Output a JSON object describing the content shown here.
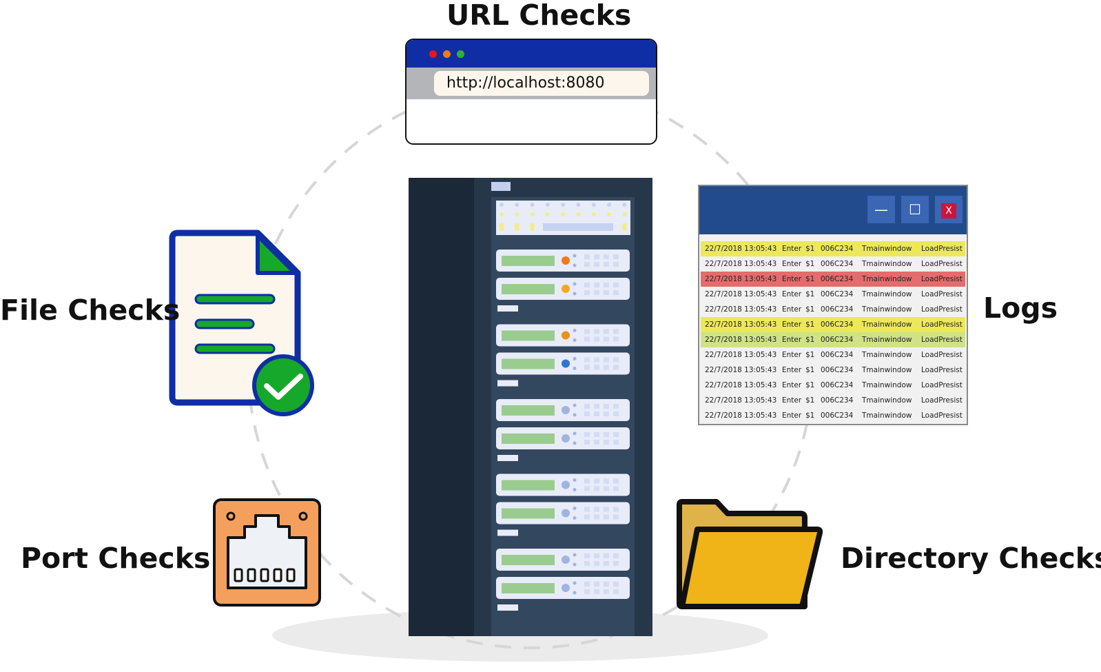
{
  "labels": {
    "url": "URL Checks",
    "file": "File Checks",
    "logs": "Logs",
    "port": "Port Checks",
    "directory": "Directory Checks"
  },
  "browser": {
    "address": "http://localhost:8080",
    "dot_colors": [
      "#e8161b",
      "#f07a1a",
      "#33b034"
    ]
  },
  "logs_window": {
    "minimize": "—",
    "maximize": "☐",
    "close": "X",
    "rows": [
      {
        "date": "22/7/2018 13:05:43",
        "action": "Enter",
        "reg": "$1",
        "code": "006C234",
        "window": "Tmainwindow",
        "event": "LoadPresist",
        "color": "#ece85a"
      },
      {
        "date": "22/7/2018 13:05:43",
        "action": "Enter",
        "reg": "$1",
        "code": "006C234",
        "window": "Tmainwindow",
        "event": "LoadPresist",
        "color": "#f1f1f1"
      },
      {
        "date": "22/7/2018 13:05:43",
        "action": "Enter",
        "reg": "$1",
        "code": "006C234",
        "window": "Tmainwindow",
        "event": "LoadPresist",
        "color": "#e46c6c"
      },
      {
        "date": "22/7/2018 13:05:43",
        "action": "Enter",
        "reg": "$1",
        "code": "006C234",
        "window": "Tmainwindow",
        "event": "LoadPresist",
        "color": "#f1f1f1"
      },
      {
        "date": "22/7/2018 13:05:43",
        "action": "Enter",
        "reg": "$1",
        "code": "006C234",
        "window": "Tmainwindow",
        "event": "LoadPresist",
        "color": "#f1f1f1"
      },
      {
        "date": "22/7/2018 13:05:43",
        "action": "Enter",
        "reg": "$1",
        "code": "006C234",
        "window": "Tmainwindow",
        "event": "LoadPresist",
        "color": "#ece85a"
      },
      {
        "date": "22/7/2018 13:05:43",
        "action": "Enter",
        "reg": "$1",
        "code": "006C234",
        "window": "Tmainwindow",
        "event": "LoadPresist",
        "color": "#cfe286"
      },
      {
        "date": "22/7/2018 13:05:43",
        "action": "Enter",
        "reg": "$1",
        "code": "006C234",
        "window": "Tmainwindow",
        "event": "LoadPresist",
        "color": "#f1f1f1"
      },
      {
        "date": "22/7/2018 13:05:43",
        "action": "Enter",
        "reg": "$1",
        "code": "006C234",
        "window": "Tmainwindow",
        "event": "LoadPresist",
        "color": "#f1f1f1"
      },
      {
        "date": "22/7/2018 13:05:43",
        "action": "Enter",
        "reg": "$1",
        "code": "006C234",
        "window": "Tmainwindow",
        "event": "LoadPresist",
        "color": "#f1f1f1"
      },
      {
        "date": "22/7/2018 13:05:43",
        "action": "Enter",
        "reg": "$1",
        "code": "006C234",
        "window": "Tmainwindow",
        "event": "LoadPresist",
        "color": "#f1f1f1"
      },
      {
        "date": "22/7/2018 13:05:43",
        "action": "Enter",
        "reg": "$1",
        "code": "006C234",
        "window": "Tmainwindow",
        "event": "LoadPresist",
        "color": "#f1f1f1"
      }
    ]
  },
  "server": {
    "led_colors": [
      "#f07a1a",
      "#f5a623",
      "#e8911e",
      "#2f74d0",
      "#9fb4e0",
      "#9fb4e0",
      "#9fb4e0",
      "#9fb4e0",
      "#9fb4e0",
      "#9fb4e0"
    ]
  },
  "icons": {
    "file": "file-check-icon",
    "port": "ethernet-port-icon",
    "folder": "folder-icon",
    "server": "server-rack-icon",
    "browser": "browser-window-icon"
  },
  "colors": {
    "file_outline": "#0f2ea6",
    "file_fill": "#fdf6ec",
    "check_green": "#16a82a",
    "port_fill": "#f4a05c",
    "folder_back": "#e0b24a",
    "folder_front": "#f0b318",
    "rack_dark": "#1b2838",
    "rack_panel": "#33475f"
  }
}
